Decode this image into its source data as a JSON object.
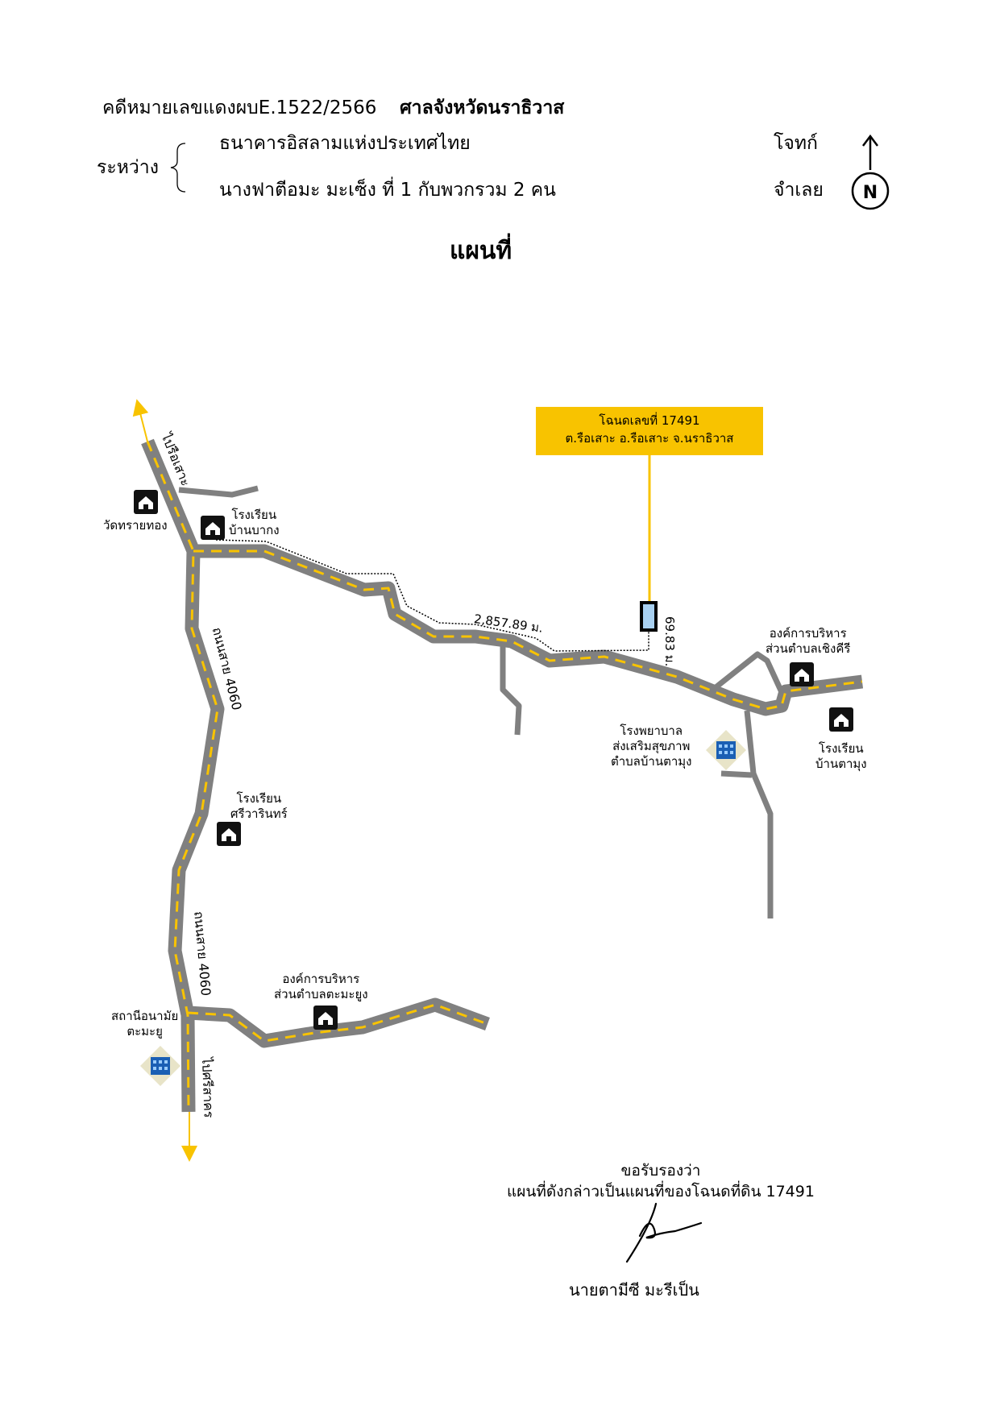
{
  "header": {
    "case_number": "คดีหมายเลขแดงผบE.1522/2566",
    "court": "ศาลจังหวัดนราธิวาส",
    "between_label": "ระหว่าง",
    "plaintiff_name": "ธนาคารอิสลามแห่งประเทศไทย",
    "plaintiff_role": "โจทก์",
    "defendant_name": "นางฟาตีอมะ   มะเซ็ง ที่ 1  กับพวกรวม  2  คน",
    "defendant_role": "จำเลย",
    "north_letter": "N"
  },
  "map_title": "แผนที่",
  "deed_box": {
    "line1": "โฉนดเลขที่ 17491",
    "line2": "ต.รือเสาะ  อ.รือเสาะ  จ.นราธิวาส"
  },
  "places": {
    "wat_sai_thong": "วัดทรายทอง",
    "school_ban_bakong": [
      "โรงเรียน",
      "บ้านบากง"
    ],
    "school_sriwarin": [
      "โรงเรียน",
      "ศรีวารินทร์"
    ],
    "health_station_tamayu": [
      "สถานีอนามัย",
      "ตะมะยู"
    ],
    "tao_tamayu": [
      "องค์การบริหาร",
      "ส่วนตำบลตะมะยูง"
    ],
    "tao_choeng_khiri": [
      "องค์การบริหาร",
      "ส่วนตำบลเชิงคีรี"
    ],
    "hospital_ban_tamung": [
      "โรงพยาบาล",
      "ส่งเสริมสุขภาพ",
      "ตำบลบ้านตามุง"
    ],
    "school_ban_tamung": [
      "โรงเรียน",
      "บ้านตามุง"
    ]
  },
  "roads": {
    "to_rueso": "ไปรือเสาะ",
    "road_4060_upper": "ถนนสาย 4060",
    "road_4060_lower": "ถนนสาย 4060",
    "to_si_sakhon": "ไปศรีสาคร"
  },
  "distances": {
    "main": "2,857.89 ม.",
    "short": "69.83 ม."
  },
  "certification": {
    "line1": "ขอรับรองว่า",
    "line2": "แผนที่ดังกล่าวเป็นแผนที่ของโฉนดที่ดิน 17491",
    "signer": "นายตามีซี     มะรีเป็น"
  },
  "colors": {
    "road": "#808080",
    "road_center": "#f8c300",
    "deed_box": "#f8c300",
    "arrow": "#f8c300"
  }
}
